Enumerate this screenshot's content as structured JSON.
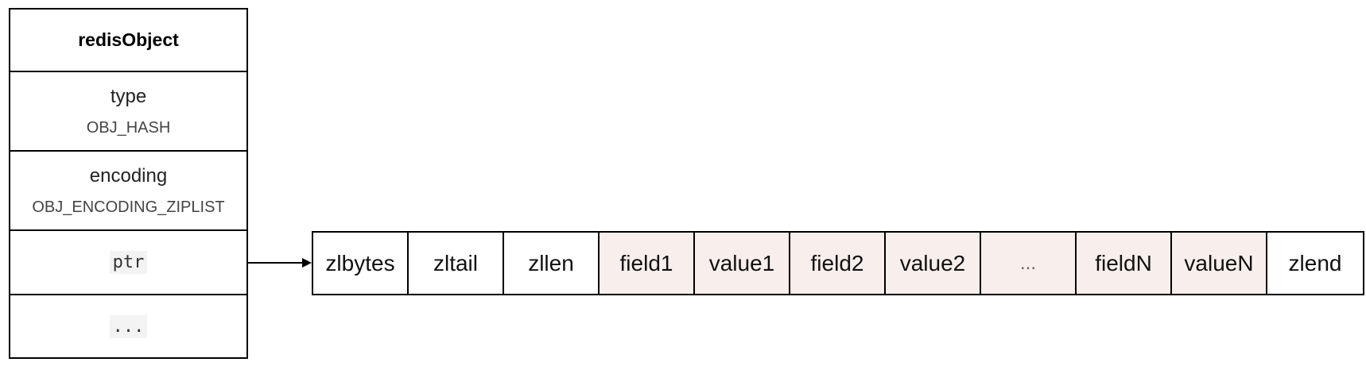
{
  "redis_object": {
    "title": "redisObject",
    "type_label": "type",
    "type_value": "OBJ_HASH",
    "encoding_label": "encoding",
    "encoding_value": "OBJ_ENCODING_ZIPLIST",
    "ptr_label": "ptr",
    "more_label": "..."
  },
  "ziplist": {
    "cells": [
      {
        "label": "zlbytes",
        "highlight": false
      },
      {
        "label": "zltail",
        "highlight": false
      },
      {
        "label": "zllen",
        "highlight": false
      },
      {
        "label": "field1",
        "highlight": true
      },
      {
        "label": "value1",
        "highlight": true
      },
      {
        "label": "field2",
        "highlight": true
      },
      {
        "label": "value2",
        "highlight": true
      },
      {
        "label": "...",
        "highlight": true
      },
      {
        "label": "fieldN",
        "highlight": true
      },
      {
        "label": "valueN",
        "highlight": true
      },
      {
        "label": "zlend",
        "highlight": false
      }
    ],
    "highlight_color": "#f8eeec"
  }
}
